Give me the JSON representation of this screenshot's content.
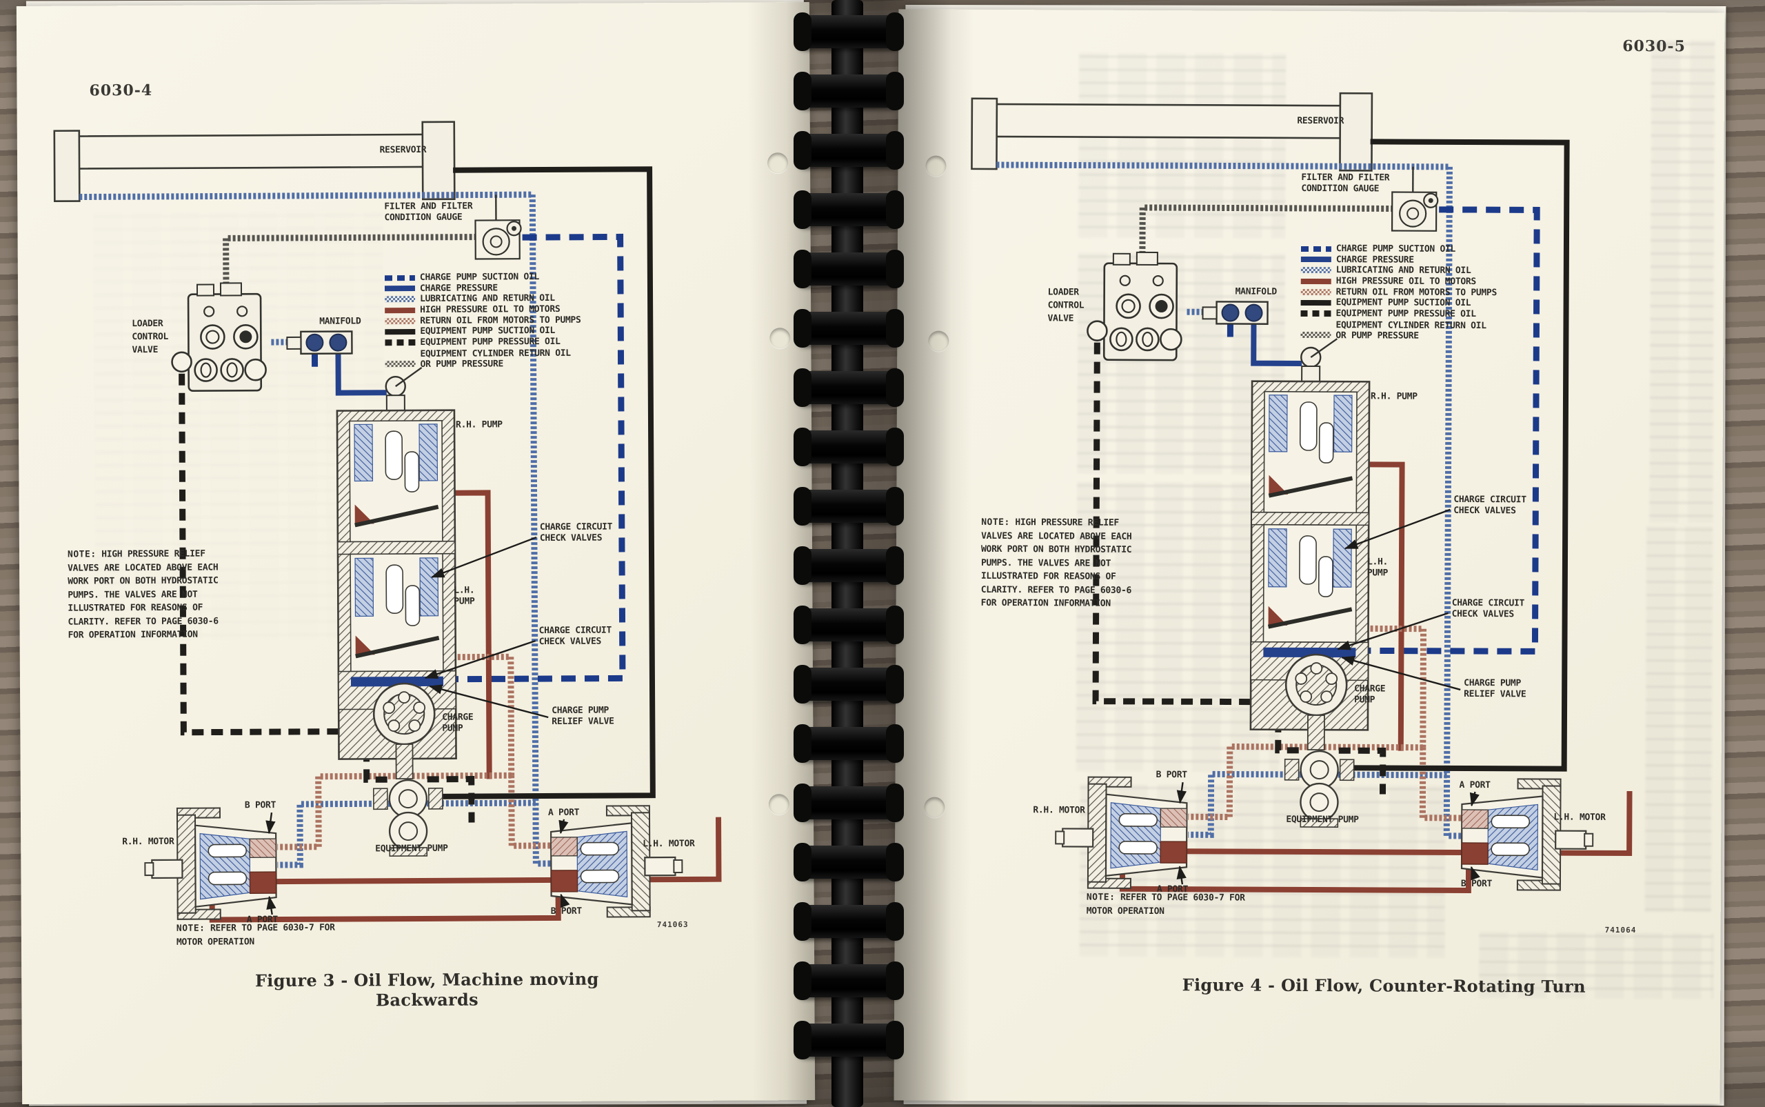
{
  "book": {
    "pages": [
      {
        "side": "left",
        "page_number": "6030-4",
        "figure_caption": "Figure 3 - Oil Flow, Machine moving Backwards",
        "figure_number": "741063"
      },
      {
        "side": "right",
        "page_number": "6030-5",
        "figure_caption": "Figure 4 - Oil Flow, Counter-Rotating Turn",
        "figure_number": "741064"
      }
    ],
    "legend": {
      "items": [
        {
          "label": "CHARGE PUMP SUCTION OIL",
          "style": "dashed",
          "color": "#1c3a8a"
        },
        {
          "label": "CHARGE PRESSURE",
          "style": "solid",
          "color": "#24418c"
        },
        {
          "label": "LUBRICATING AND RETURN OIL",
          "style": "chain",
          "color": "#4f6ea8"
        },
        {
          "label": "HIGH PRESSURE OIL TO MOTORS",
          "style": "solid",
          "color": "#8a4032"
        },
        {
          "label": "RETURN OIL FROM MOTORS TO PUMPS",
          "style": "chain",
          "color": "#ab7260"
        },
        {
          "label": "EQUIPMENT PUMP SUCTION OIL",
          "style": "solid",
          "color": "#1f1e1b"
        },
        {
          "label": "EQUIPMENT PUMP PRESSURE OIL",
          "style": "dashed",
          "color": "#1f1e1b"
        },
        {
          "label": "EQUIPMENT CYLINDER RETURN OIL",
          "label2": "OR PUMP PRESSURE",
          "style": "chain",
          "color": "#55544f"
        }
      ]
    },
    "diagram": {
      "reservoir_label": "RESERVOIR",
      "filter_label_line1": "FILTER AND FILTER",
      "filter_label_line2": "CONDITION GAUGE",
      "loader_valve_line1": "LOADER",
      "loader_valve_line2": "CONTROL",
      "loader_valve_line3": "VALVE",
      "manifold_label": "MANIFOLD",
      "rh_pump_label": "R.H. PUMP",
      "lh_pump_line1": "L.H.",
      "lh_pump_line2": "PUMP",
      "charge_pump_line1": "CHARGE",
      "charge_pump_line2": "PUMP",
      "check_valves_line1": "CHARGE CIRCUIT",
      "check_valves_line2": "CHECK VALVES",
      "relief_valve_line1": "CHARGE PUMP",
      "relief_valve_line2": "RELIEF VALVE",
      "equipment_pump_label": "EQUIPMENT PUMP",
      "rh_motor_label": "R.H. MOTOR",
      "lh_motor_label": "L.H. MOTOR",
      "a_port_label": "A PORT",
      "b_port_label": "B PORT",
      "note_heading": "NOTE:",
      "relief_note": "HIGH PRESSURE RELIEF VALVES ARE LOCATED ABOVE EACH WORK PORT ON BOTH HYDROSTATIC PUMPS.  THE VALVES ARE NOT ILLUSTRATED FOR REASONS OF CLARITY.  REFER TO PAGE 6030-6 FOR OPERATION INFORMATION",
      "motor_note": "REFER TO PAGE 6030-7 FOR MOTOR OPERATION"
    },
    "colors": {
      "charge_blue": "#24418c",
      "high_pressure_brown": "#8a4032",
      "equipment_black": "#1f1e1b",
      "paper": "#f6f2e4"
    }
  }
}
